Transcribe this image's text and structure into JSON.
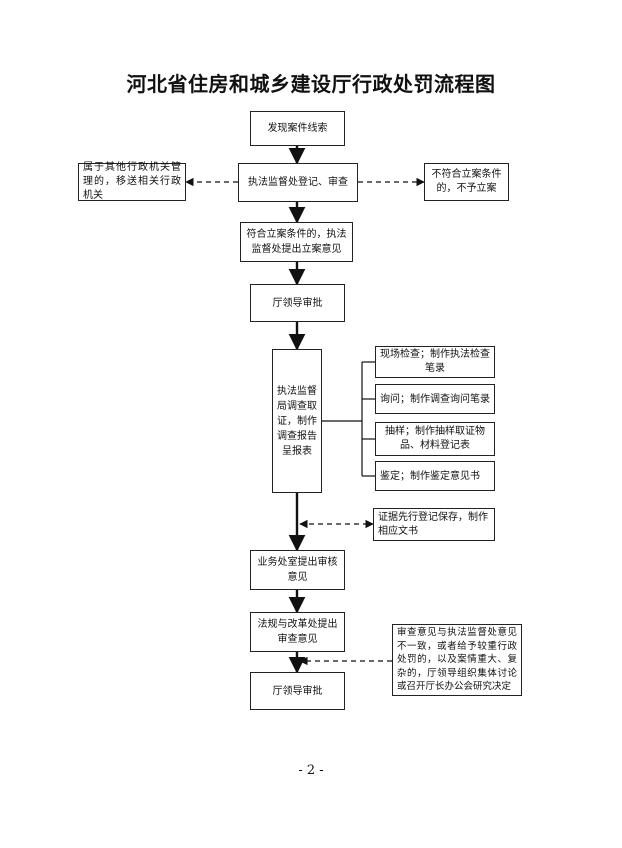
{
  "title": "河北省住房和城乡建设厅行政处罚流程图",
  "page_number": "- 2 -",
  "nodes": {
    "discover": "发现案件线索",
    "register": "执法监督处登记、审查",
    "transfer": "属于其他行政机关管理的，移送相关行政机关",
    "not_qualified": "不符合立案条件的，不予立案",
    "qualified": "符合立案条件的，执法监督处提出立案意见",
    "approve1": "厅领导审批",
    "investigate": "执法监督局调查取证，制作调查报告呈报表",
    "onsite": "现场检查；制作执法检查笔录",
    "inquiry": "询问；制作调查询问笔录",
    "sampling": "抽样；制作抽样取证物品、材料登记表",
    "appraisal": "鉴定；制作鉴定意见书",
    "preserve": "证据先行登记保存，制作相应文书",
    "review": "业务处室提出审核意见",
    "legal": "法规与改革处提出审查意见",
    "collective": "审查意见与执法监督处意见不一致，或者给予较重行政处罚的，以及案情重大、复杂的，厅领导组织集体讨论或召开厅长办公会研究决定",
    "approve2": "厅领导审批"
  }
}
